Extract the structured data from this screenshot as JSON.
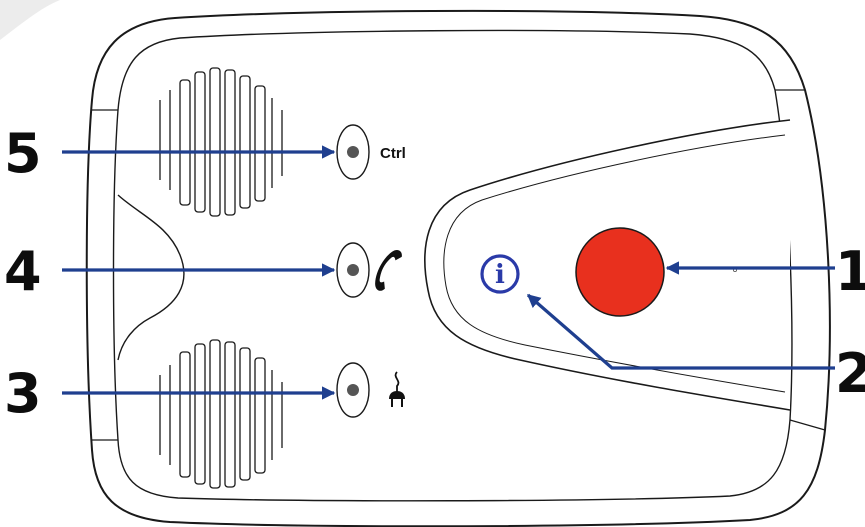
{
  "device": {
    "ctrl_label": "Ctrl",
    "info_symbol": "i",
    "emergency_button_color": "#e8301e",
    "info_symbol_color": "#2a3aa8"
  },
  "callouts": [
    {
      "number": "1",
      "target": "emergency-button"
    },
    {
      "number": "2",
      "target": "info-symbol"
    },
    {
      "number": "3",
      "target": "power-indicator"
    },
    {
      "number": "4",
      "target": "phone-indicator"
    },
    {
      "number": "5",
      "target": "ctrl-button"
    }
  ],
  "colors": {
    "arrow": "#1f3f8f",
    "outline": "#1a1a1a",
    "body": "#ffffff"
  },
  "icons": {
    "phone": "phone-handset-icon",
    "power": "power-plug-icon",
    "info": "info-circle-icon"
  }
}
